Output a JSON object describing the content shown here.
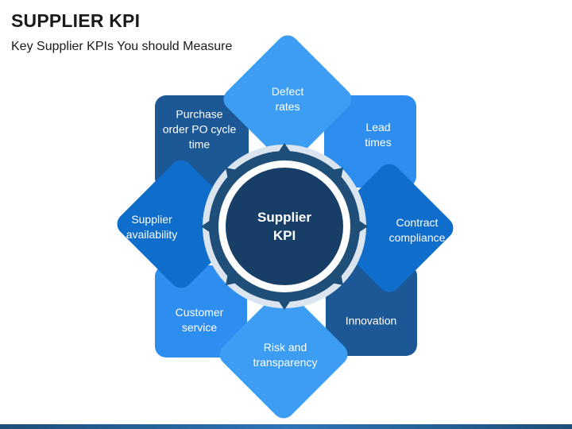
{
  "header": {
    "title": "SUPPLIER KPI",
    "subtitle": "Key Supplier KPIs You should Measure"
  },
  "center": {
    "label": "Supplier\nKPI"
  },
  "petals": [
    {
      "label": "Defect\nrates",
      "color": "#3c9df2"
    },
    {
      "label": "Lead\ntimes",
      "color": "#2e8ef0"
    },
    {
      "label": "Contract\ncompliance",
      "color": "#0f6dcc"
    },
    {
      "label": "Innovation",
      "color": "#1c5896"
    },
    {
      "label": "Risk and\ntransparency",
      "color": "#3c9df2"
    },
    {
      "label": "Customer\nservice",
      "color": "#2e8ef0"
    },
    {
      "label": "Supplier\navailability",
      "color": "#0f6dcc"
    },
    {
      "label": "Purchase\norder PO cycle\ntime",
      "color": "#1c5896"
    }
  ],
  "colors": {
    "ring_outer": "#dbe5ef",
    "ring_dark": "#1f4e79",
    "center_fill": "#173e66"
  }
}
